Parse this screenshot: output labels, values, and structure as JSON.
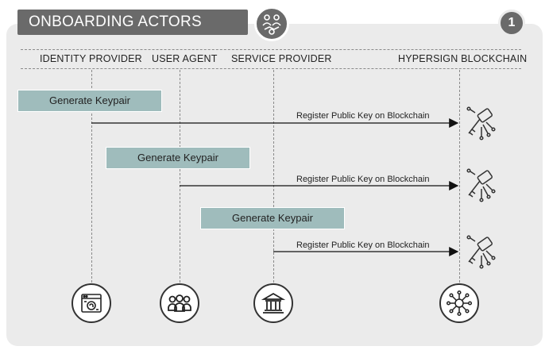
{
  "title": "ONBOARDING ACTORS",
  "step_badge": "1",
  "actors": [
    {
      "label": "IDENTITY PROVIDER",
      "icon": "identity-provider-icon"
    },
    {
      "label": "USER AGENT",
      "icon": "users-group-icon"
    },
    {
      "label": "SERVICE PROVIDER",
      "icon": "bank-building-icon"
    },
    {
      "label": "HYPERSIGN BLOCKCHAIN",
      "icon": "blockchain-network-icon"
    }
  ],
  "steps": [
    {
      "box_label": "Generate Keypair",
      "message": "Register Public Key on Blockchain"
    },
    {
      "box_label": "Generate Keypair",
      "message": "Register Public Key on Blockchain"
    },
    {
      "box_label": "Generate Keypair",
      "message": "Register Public Key on Blockchain"
    }
  ],
  "colors": {
    "panel": "#ebebeb",
    "header_dark": "#6a6a6a",
    "box_fill": "#9fbcbc"
  }
}
